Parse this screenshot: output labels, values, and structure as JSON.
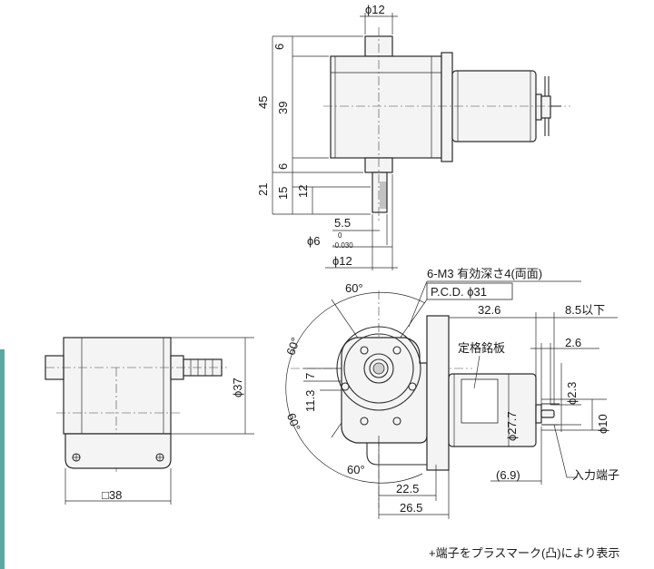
{
  "dims": {
    "top_phi12": "ϕ12",
    "h6_top": "6",
    "h45": "45",
    "h39": "39",
    "h6_bot": "6",
    "h21": "21",
    "h15": "15",
    "h12": "12",
    "w5_5": "5.5",
    "phi6": "ϕ6",
    "phi6_tol_upper": "0",
    "phi6_tol_lower": "-0.030",
    "phi12_shaft": "ϕ12",
    "spec_holes": "6-M3  有効深さ4(両面)",
    "spec_pcd": "P.C.D. ϕ31",
    "ang_top": "60°",
    "ang_left": "60°",
    "ang_bottom_left": "60°",
    "ang_bottom": "60°",
    "d7": "7",
    "d11_3": "11.3",
    "d32_6": "32.6",
    "d8_5": "8.5以下",
    "d2_6": "2.6",
    "phi2_3": "ϕ2.3",
    "phi27_7": "ϕ27.7",
    "phi10": "ϕ10",
    "d6_9": "(6.9)",
    "d22_5": "22.5",
    "d26_5": "26.5",
    "phi37": "ϕ37",
    "sq38": "□38"
  },
  "labels": {
    "nameplate": "定格銘板",
    "input_terminal": "入力端子",
    "footnote": "+端子をプラスマーク(凸)により表示"
  }
}
